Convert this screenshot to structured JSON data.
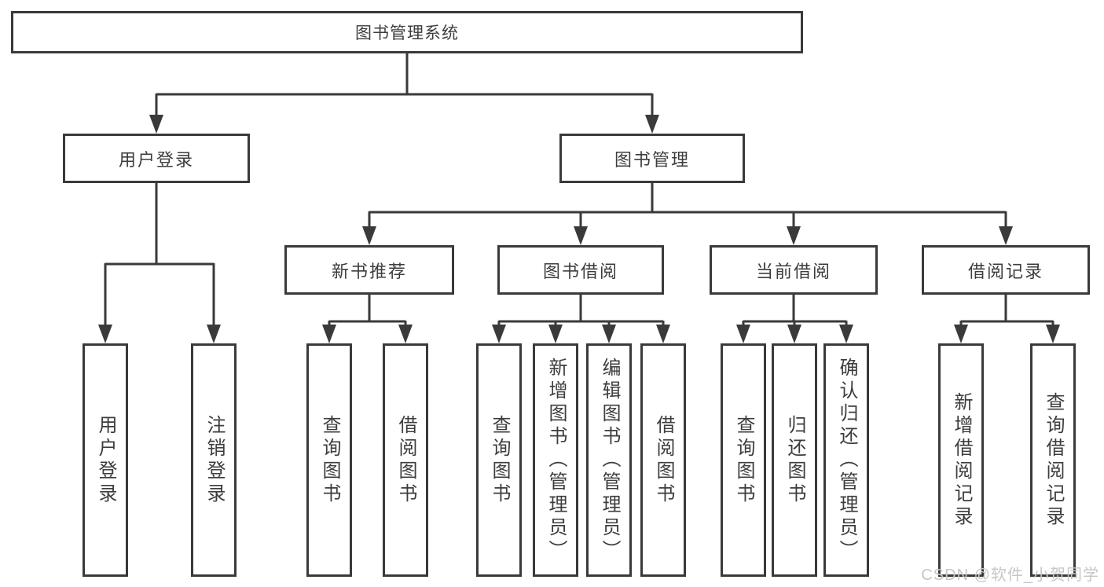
{
  "diagram": {
    "root_label": "图书管理系统",
    "branches": [
      {
        "label": "用户登录",
        "children": [
          "用户登录",
          "注销登录"
        ]
      },
      {
        "label": "图书管理",
        "children": [
          {
            "label": "新书推荐",
            "children": [
              "查询图书",
              "借阅图书"
            ]
          },
          {
            "label": "图书借阅",
            "children": [
              "查询图书",
              "新增图书（管理员）",
              "编辑图书（管理员）",
              "借阅图书"
            ]
          },
          {
            "label": "当前借阅",
            "children": [
              "查询图书",
              "归还图书",
              "确认归还（管理员）"
            ]
          },
          {
            "label": "借阅记录",
            "children": [
              "新增借阅记录",
              "查询借阅记录"
            ]
          }
        ]
      }
    ]
  },
  "watermark": {
    "text": "CSDN @软件_小贺同学"
  },
  "colors": {
    "line": "#3a3a3a",
    "ink": "#3d3d3d",
    "watermark": "#c6c6c6",
    "background": "#ffffff"
  }
}
